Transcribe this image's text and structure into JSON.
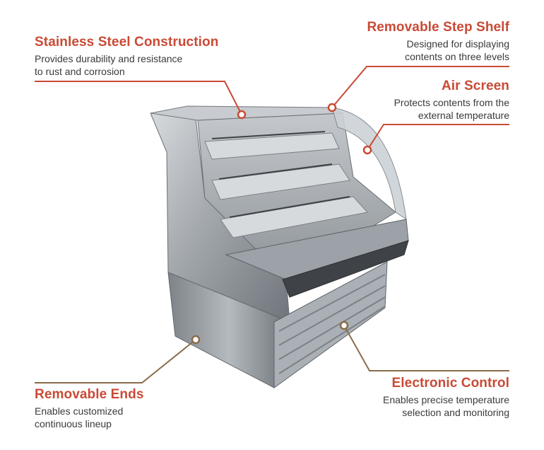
{
  "accent_color": "#c94a35",
  "leader_color_red": "#c94a35",
  "leader_color_brown": "#8b6b4a",
  "callouts": {
    "stainless": {
      "title": "Stainless Steel Construction",
      "body": "Provides durability and resistance\nto rust and corrosion"
    },
    "step_shelf": {
      "title": "Removable Step Shelf",
      "body": "Designed for displaying\ncontents on three levels"
    },
    "air_screen": {
      "title": "Air Screen",
      "body": "Protects contents from the\nexternal temperature"
    },
    "ends": {
      "title": "Removable Ends",
      "body": "Enables customized\ncontinuous lineup"
    },
    "control": {
      "title": "Electronic Control",
      "body": "Enables precise temperature\nselection and monitoring"
    }
  }
}
